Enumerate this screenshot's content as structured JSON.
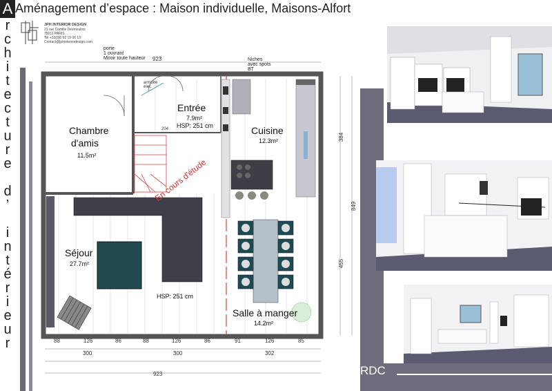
{
  "header": {
    "title": "Aménagement d’espace : Maison individuelle, Maisons-Alfort",
    "vertical_title_first": "A",
    "vertical_title_rest": [
      "r",
      "c",
      "h",
      "i",
      "t",
      "e",
      "c",
      "t",
      "u",
      "r",
      "e",
      "",
      "d",
      "’",
      "",
      "i",
      "n",
      "t",
      "é",
      "r",
      "i",
      "e",
      "u",
      "r"
    ]
  },
  "logo": {
    "name": "JPH INTERIOR DESIGN",
    "address1": "21 rue Camille Desmoulins",
    "address2": "75011 PARIS",
    "phone": "Tel +33(0)6 62 19 06 13",
    "email": "Contact@jphinteriordesign.com"
  },
  "annotations": {
    "porte": "porte",
    "ouvrant": "1 ouvrant",
    "miroir": "Miroir toute hauteur",
    "niches": "Niches",
    "avec_spots": "avec spots",
    "bt": "BT",
    "armoire": "armoire",
    "elec": "elec",
    "stamp": "En cours d'étude",
    "hsp_entree": "HSP: 251 cm",
    "hsp_sejour": "HSP: 251 cm",
    "dim_204": "204"
  },
  "rooms": {
    "entree": {
      "name": "Entrée",
      "area": "7.9m²"
    },
    "chambre": {
      "name1": "Chambre",
      "name2": "d'amis",
      "area": "11.5m²"
    },
    "cuisine": {
      "name": "Cuisine",
      "area": "12.3m²"
    },
    "sejour": {
      "name": "Séjour",
      "area": "27.7m²"
    },
    "salle": {
      "name": "Salle à manger",
      "area": "14.2m²"
    }
  },
  "dimensions": {
    "top": "923",
    "bottom": "923",
    "right_upper": "384",
    "right_lower": "455",
    "right_total": "849",
    "bottom_row1": [
      "88",
      "126",
      "86",
      "88",
      "126",
      "86",
      "91",
      "126",
      "85"
    ],
    "bottom_row2": [
      "300",
      "300",
      "302"
    ]
  },
  "page": {
    "label": "RDC"
  }
}
